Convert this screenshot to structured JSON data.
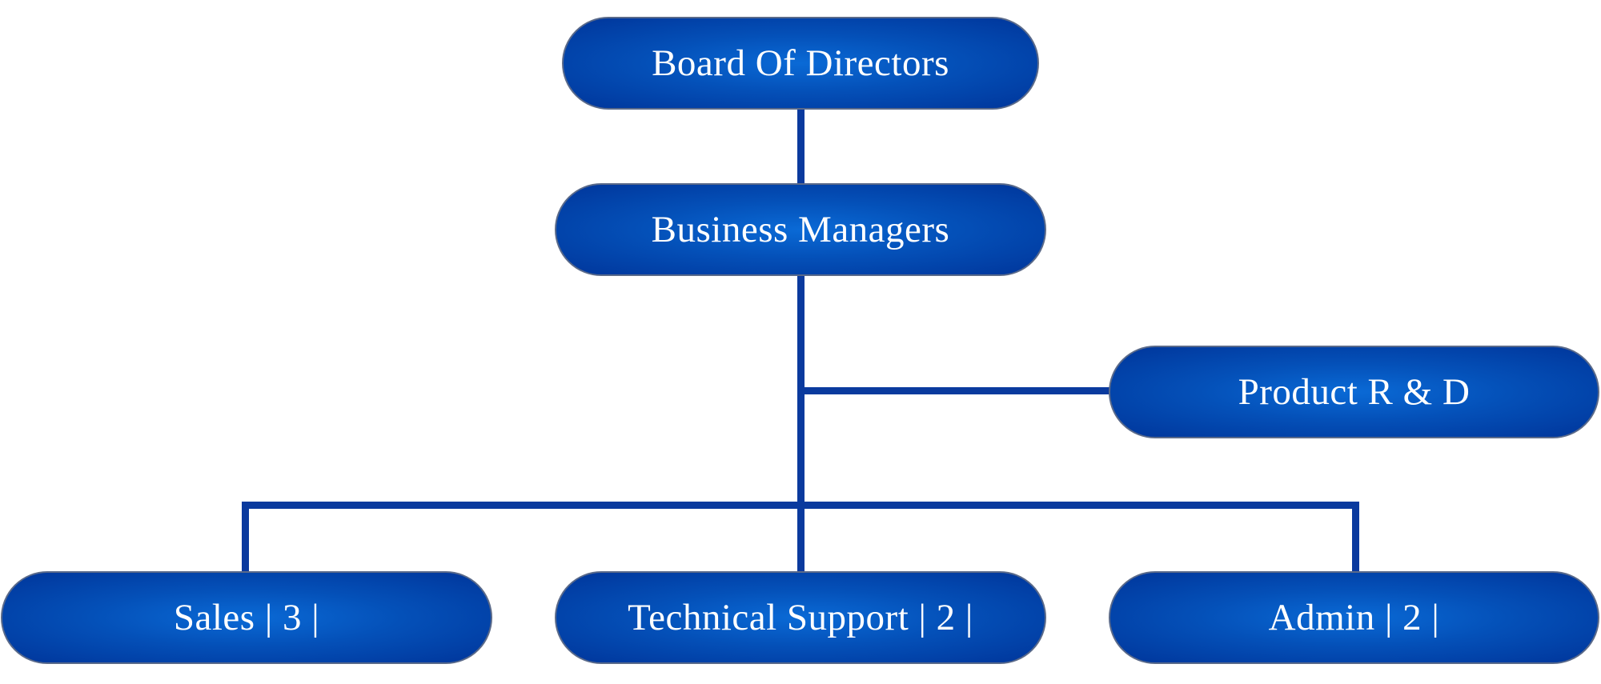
{
  "colors": {
    "node": "#0450b8",
    "line": "#0a3a9e",
    "text": "#ffffff"
  },
  "nodes": {
    "board": "Board Of Directors",
    "business": "Business Managers",
    "product": "Product R & D",
    "sales": "Sales | 3 |",
    "tech": "Technical Support | 2 |",
    "admin": "Admin | 2 |"
  }
}
